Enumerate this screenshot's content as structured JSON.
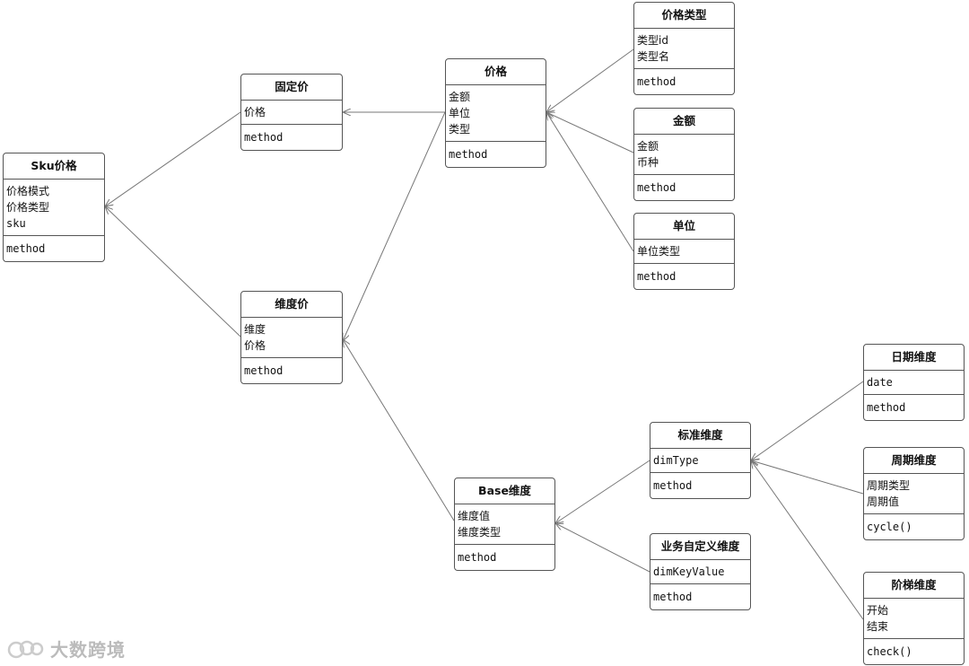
{
  "boxes": {
    "sku_price": {
      "title": "Sku价格",
      "attrs": [
        "价格模式",
        "价格类型",
        "sku"
      ],
      "methods": "method"
    },
    "fixed_price": {
      "title": "固定价",
      "attrs": [
        "价格"
      ],
      "methods": "method"
    },
    "dim_price": {
      "title": "维度价",
      "attrs": [
        "维度",
        "价格"
      ],
      "methods": "method"
    },
    "price": {
      "title": "价格",
      "attrs": [
        "金额",
        "单位",
        "类型"
      ],
      "methods": "method"
    },
    "price_type": {
      "title": "价格类型",
      "attrs": [
        "类型id",
        "类型名"
      ],
      "methods": "method"
    },
    "amount": {
      "title": "金额",
      "attrs": [
        "金额",
        "币种"
      ],
      "methods": "method"
    },
    "unit": {
      "title": "单位",
      "attrs": [
        "单位类型"
      ],
      "methods": "method"
    },
    "base_dim": {
      "title": "Base维度",
      "attrs": [
        "维度值",
        "维度类型"
      ],
      "methods": "method"
    },
    "std_dim": {
      "title": "标准维度",
      "attrs": [
        "dimType"
      ],
      "methods": "method"
    },
    "biz_dim": {
      "title": "业务自定义维度",
      "attrs": [
        "dimKeyValue"
      ],
      "methods": "method"
    },
    "date_dim": {
      "title": "日期维度",
      "attrs": [
        "date"
      ],
      "methods": "method"
    },
    "cycle_dim": {
      "title": "周期维度",
      "attrs": [
        "周期类型",
        "周期值"
      ],
      "methods": "cycle()"
    },
    "step_dim": {
      "title": "阶梯维度",
      "attrs": [
        "开始",
        "结束"
      ],
      "methods": "check()"
    }
  },
  "watermark": {
    "text": "大数跨境"
  }
}
